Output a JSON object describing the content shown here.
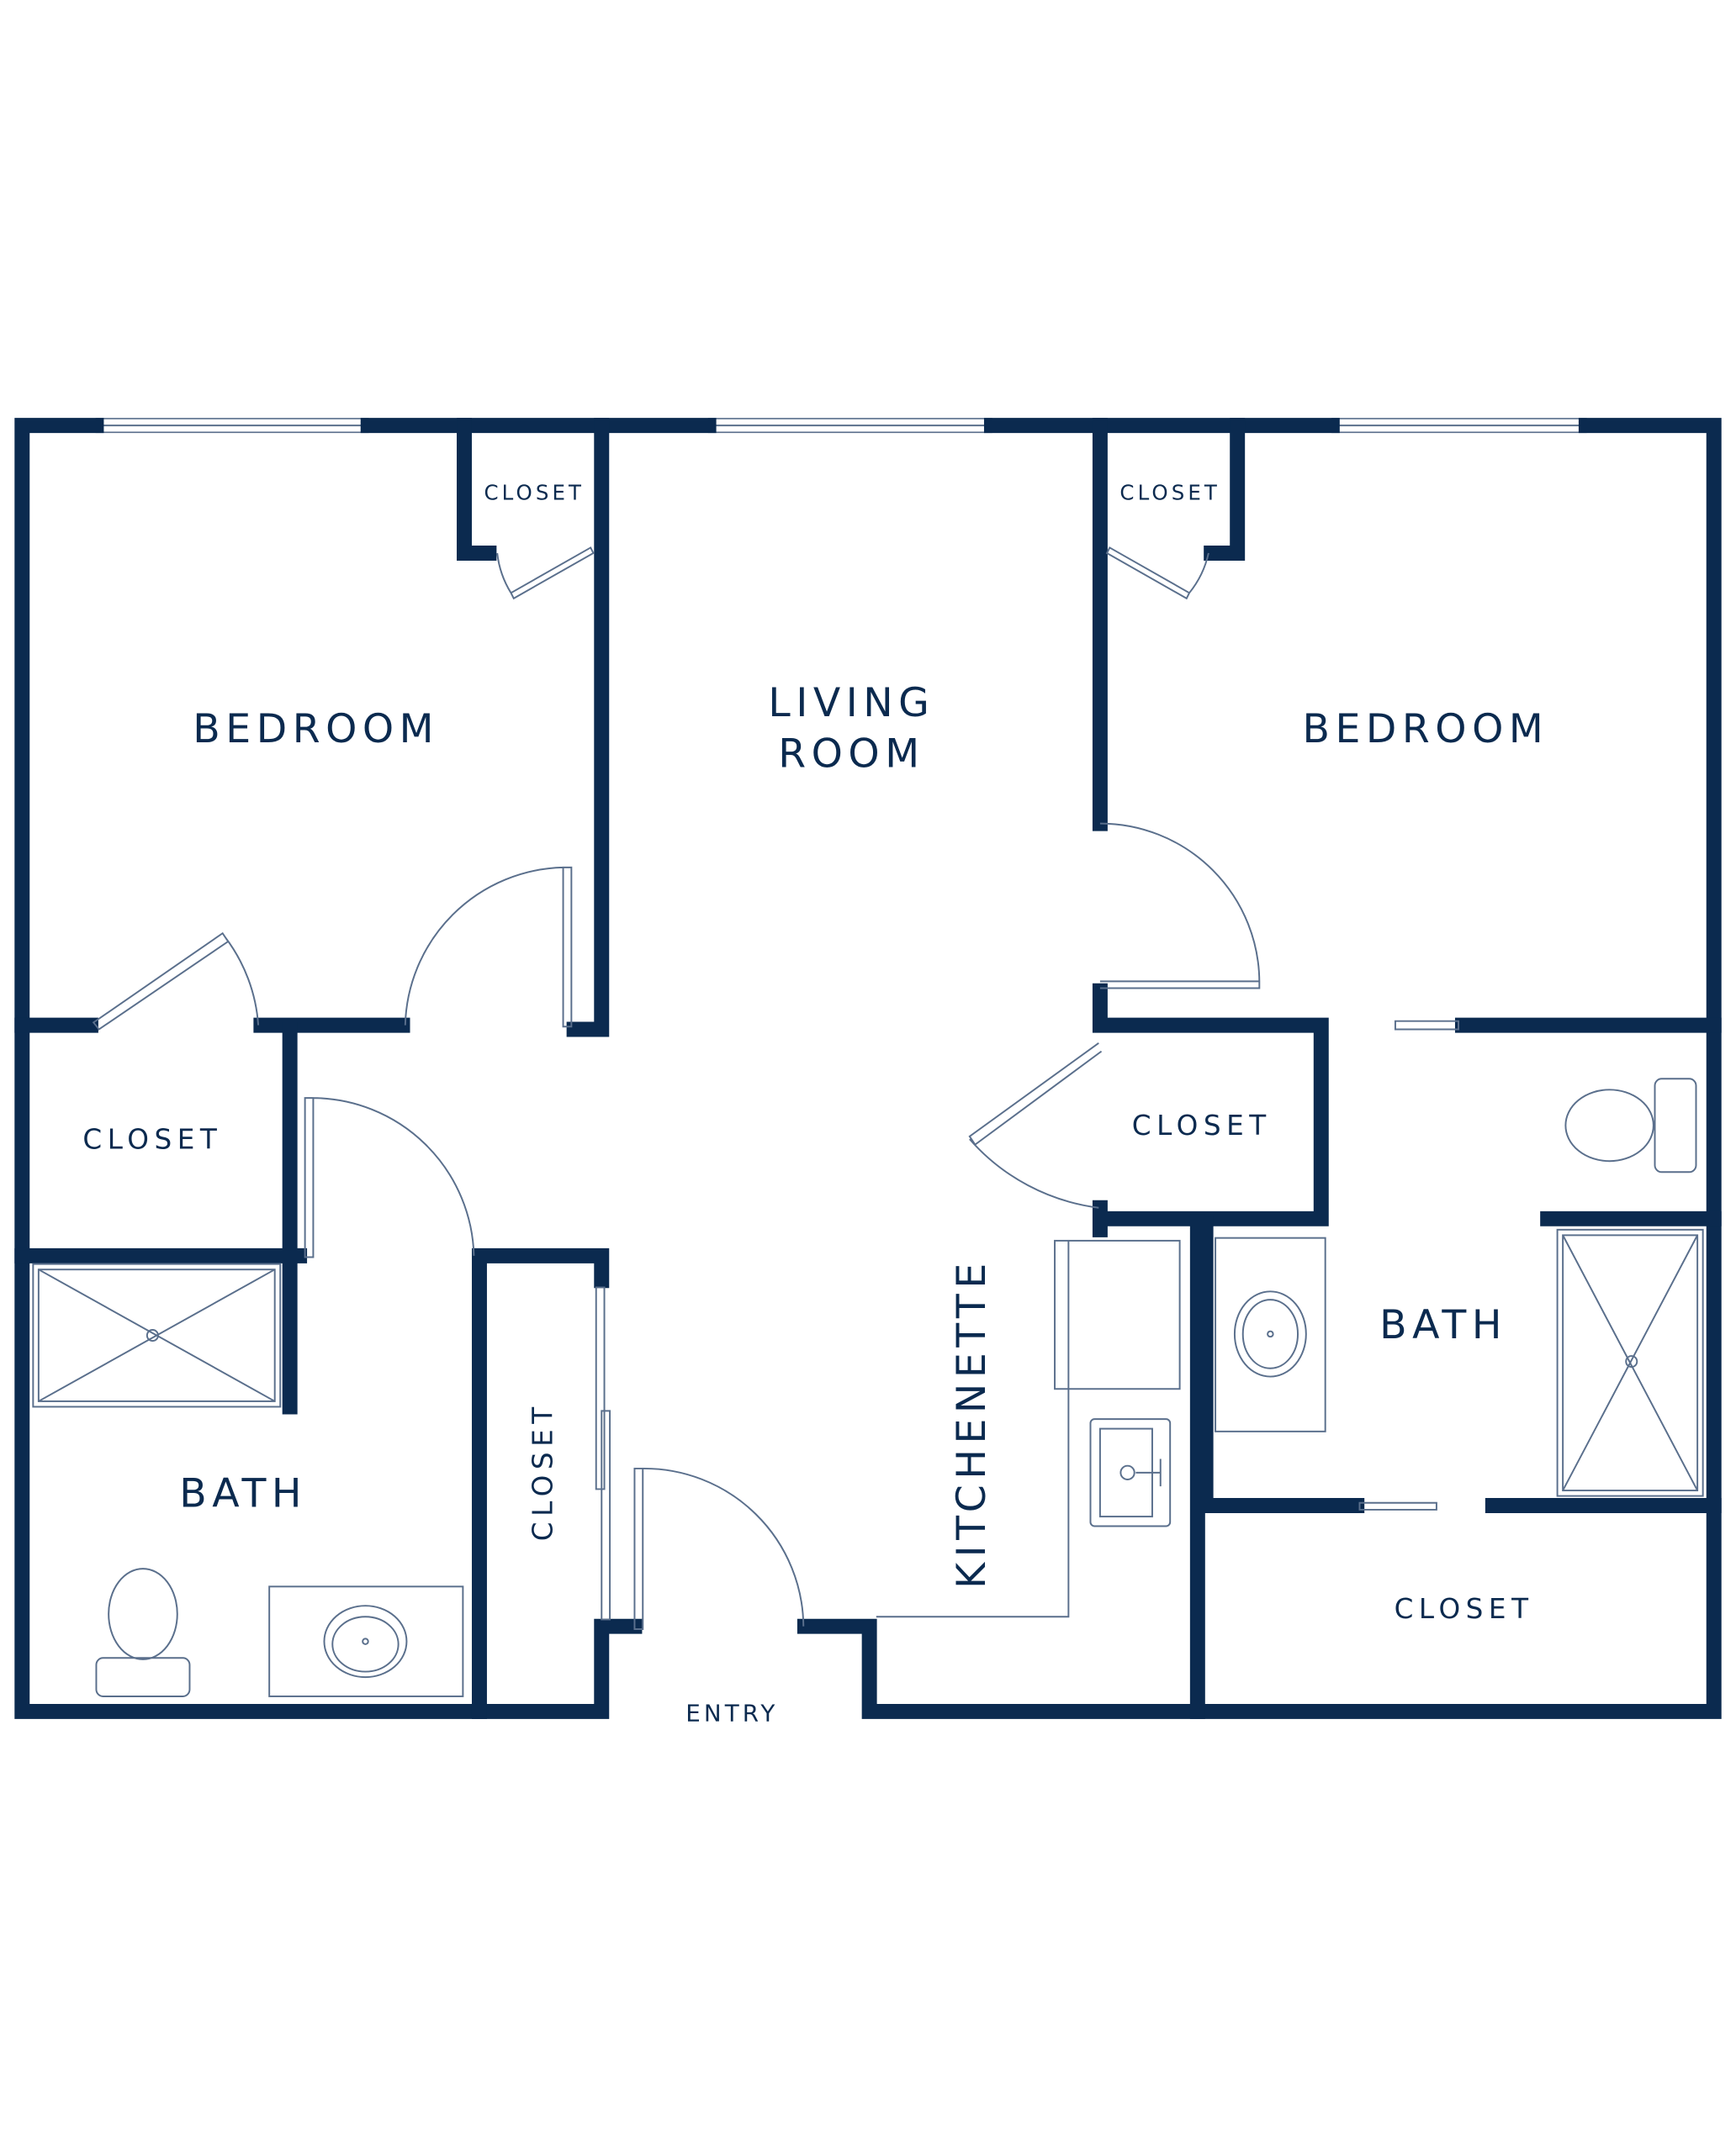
{
  "colors": {
    "wall": "#0b2a4f",
    "fixture": "#5a6f8c"
  },
  "rooms": {
    "bedroom_left": "BEDROOM",
    "living_line1": "LIVING",
    "living_line2": "ROOM",
    "bedroom_right": "BEDROOM",
    "closet_left_top": "CLOSET",
    "closet_right_top": "CLOSET",
    "closet_left_mid": "CLOSET",
    "closet_center": "CLOSET",
    "bath_left": "BATH",
    "closet_entry": "CLOSET",
    "kitchenette": "KITCHENETTE",
    "bath_right": "BATH",
    "closet_right_bottom": "CLOSET",
    "entry": "ENTRY"
  }
}
